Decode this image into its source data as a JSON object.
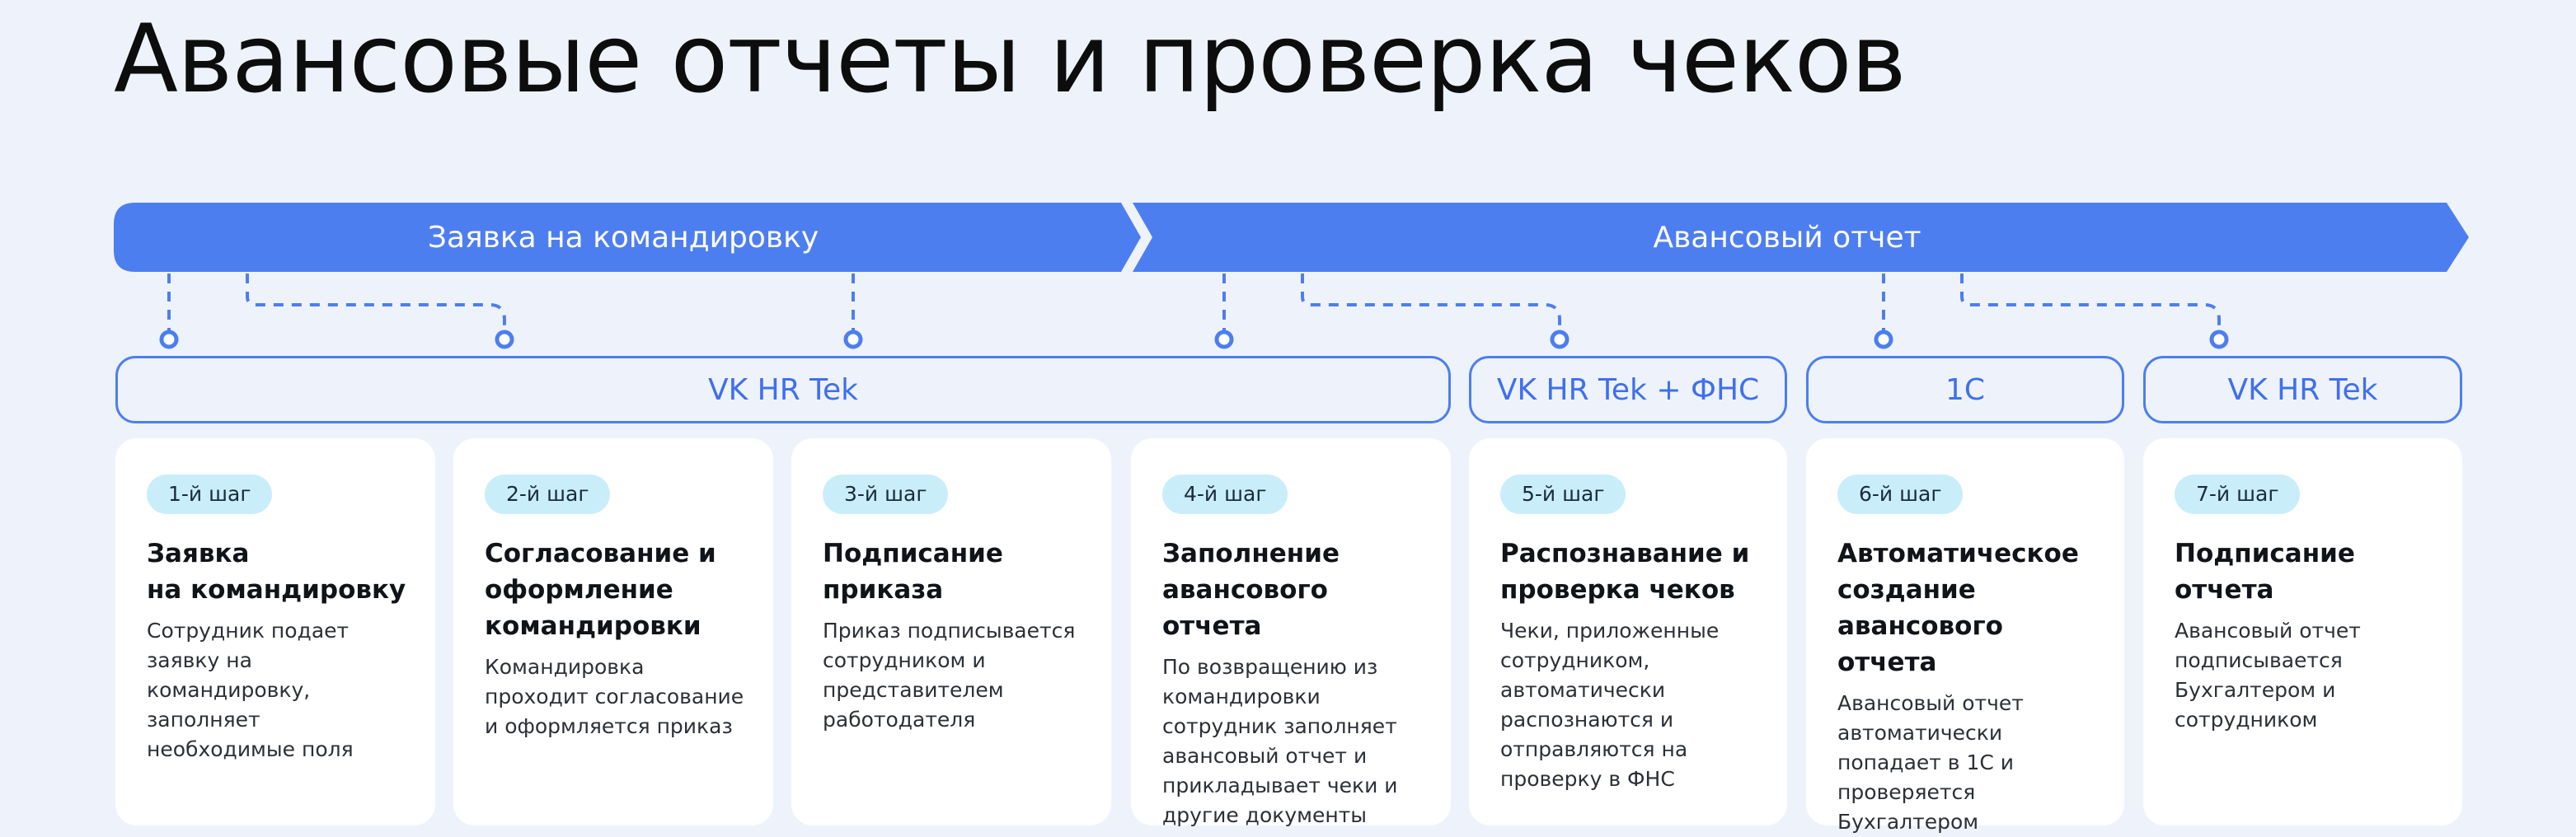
{
  "title": "Авансовые отчеты и проверка чеков",
  "colors": {
    "accent": "#4d7ef0",
    "badge_bg": "#c9eefa",
    "background": "#eef3fb",
    "card": "#ffffff"
  },
  "phases": [
    {
      "label": "Заявка на командировку"
    },
    {
      "label": "Авансовый отчет"
    }
  ],
  "systems": [
    {
      "label": "VK HR Tek"
    },
    {
      "label": "VK HR Tek + ФНС"
    },
    {
      "label": "1С"
    },
    {
      "label": "VK HR Tek"
    }
  ],
  "steps": [
    {
      "badge": "1-й шаг",
      "title": "Заявка\nна командировку",
      "desc": "Сотрудник подает заявку на командировку, заполняет необходимые поля"
    },
    {
      "badge": "2-й шаг",
      "title": "Согласование и оформление командировки",
      "desc": "Командировка проходит согласование и оформляется приказ"
    },
    {
      "badge": "3-й шаг",
      "title": "Подписание приказа",
      "desc": "Приказ подписывается сотрудником и представителем работодателя"
    },
    {
      "badge": "4-й шаг",
      "title": "Заполнение авансового отчета",
      "desc": "По возвращению из командировки сотрудник заполняет авансовый отчет и прикладывает чеки и другие документы"
    },
    {
      "badge": "5-й шаг",
      "title": "Распознавание и проверка чеков",
      "desc": "Чеки, приложенные сотрудником, автоматически распознаются и отправляются на проверку в ФНС"
    },
    {
      "badge": "6-й шаг",
      "title": "Автоматическое создание авансового отчета",
      "desc": "Авансовый отчет автоматически попадает в 1С и проверяется Бухгалтером"
    },
    {
      "badge": "7-й шаг",
      "title": "Подписание отчета",
      "desc": "Авансовый отчет подписывается Бухгалтером и сотрудником"
    }
  ]
}
